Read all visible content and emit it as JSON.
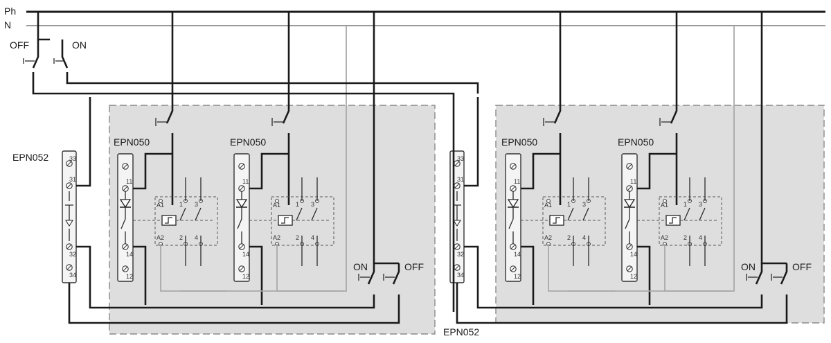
{
  "bus": {
    "phase_label": "Ph",
    "neutral_label": "N"
  },
  "top_switches": {
    "off_label": "OFF",
    "on_label": "ON"
  },
  "groups": [
    {
      "module_label": "EPN052",
      "module_terminals": [
        "33",
        "31",
        "32",
        "34"
      ],
      "relays": [
        {
          "label": "EPN050",
          "terminals": [
            "11",
            "14",
            "12"
          ],
          "coil": [
            "A1",
            "A2"
          ],
          "contacts": [
            "1",
            "2",
            "3",
            "4"
          ]
        },
        {
          "label": "EPN050",
          "terminals": [
            "11",
            "14",
            "12"
          ],
          "coil": [
            "A1",
            "A2"
          ],
          "contacts": [
            "1",
            "2",
            "3",
            "4"
          ]
        }
      ],
      "local_switches": {
        "on_label": "ON",
        "off_label": "OFF"
      }
    },
    {
      "module_label": "EPN052",
      "module_terminals": [
        "33",
        "31",
        "32",
        "34"
      ],
      "relays": [
        {
          "label": "EPN050",
          "terminals": [
            "11",
            "14",
            "12"
          ],
          "coil": [
            "A1",
            "A2"
          ],
          "contacts": [
            "1",
            "2",
            "3",
            "4"
          ]
        },
        {
          "label": "EPN050",
          "terminals": [
            "11",
            "14",
            "12"
          ],
          "coil": [
            "A1",
            "A2"
          ],
          "contacts": [
            "1",
            "2",
            "3",
            "4"
          ]
        }
      ],
      "local_switches": {
        "on_label": "ON",
        "off_label": "OFF"
      }
    }
  ]
}
